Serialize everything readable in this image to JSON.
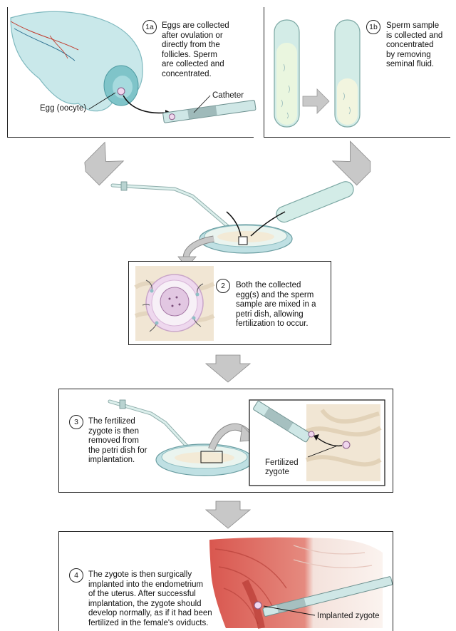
{
  "steps": {
    "s1a": {
      "number": "1a",
      "text": "Eggs are collected\nafter ovulation or\ndirectly from the\nfollicles. Sperm\nare collected and\nconcentrated."
    },
    "s1b": {
      "number": "1b",
      "text": "Sperm sample\nis collected and\nconcentrated\nby removing\nseminal fluid."
    },
    "s2": {
      "number": "2",
      "text": "Both the collected\negg(s) and the sperm\nsample are mixed in a\npetri dish, allowing\nfertilization to occur."
    },
    "s3": {
      "number": "3",
      "text": "The fertilized\nzygote is then\nremoved from\nthe petri dish for\nimplantation."
    },
    "s4": {
      "number": "4",
      "text": "The zygote is then surgically\nimplanted into the endometrium\nof the uterus. After successful\nimplantation, the zygote should\ndevelop normally, as if it had been\nfertilized in the female's oviducts."
    }
  },
  "labels": {
    "egg": "Egg (oocyte)",
    "catheter": "Catheter",
    "fertilized_zygote": "Fertilized\nzygote",
    "implanted_zygote": "Implanted zygote"
  },
  "colors": {
    "ovary": "#bfe3e6",
    "tube": "#d7ecea",
    "arrow": "#c8c8c8",
    "egg": "#e8c8e8",
    "uterus": "#d9574f",
    "tissue": "#f1e6d4"
  }
}
